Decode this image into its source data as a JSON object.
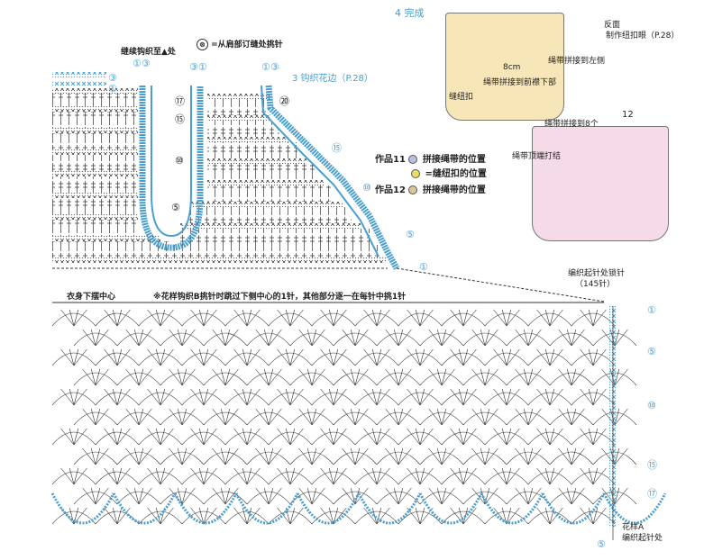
{
  "title_step4": "4 完成",
  "step3_label": "3 钩织花边（P.28）",
  "continue_label": "继续钩织至▲处",
  "legend_x": "=从肩部订缝处挑针",
  "body_center_label": "衣身下摆中心",
  "pattern_note": "※花样钩织B挑针时跳过下侧中心的1针，其他部分逐一在每针中挑1针",
  "start_label": "编织起针处锁针",
  "start_count": "（145针）",
  "legend": {
    "work11": "作品11",
    "work12": "作品12",
    "item_rope": "拼接绳带的位置",
    "item_button": "=缝纽扣的位置",
    "item_rope2": "拼接绳带的位置"
  },
  "finish": {
    "reverse": "反面",
    "make_buttonhole": "制作纽扣眼（P.28）",
    "rope_left": "绳带拼接到左侧",
    "size": "8cm",
    "rope_front": "绳带拼接到前襟下部",
    "sew_button": "缝纽扣",
    "rope_joined": "绳带拼接到8个",
    "piece_number": "12",
    "rope_tip": "绳带顶端打结"
  },
  "top_circles": [
    "①",
    "③",
    "③",
    "①",
    "①",
    "③"
  ],
  "row_markers_left": [
    "③",
    "①"
  ],
  "row_markers_mid": [
    "⑰",
    "⑮",
    "⑩",
    "⑤"
  ],
  "row_markers_right": [
    "⑳",
    "⑮",
    "⑩",
    "⑤",
    "①"
  ],
  "bottom_row_markers": [
    "①",
    "⑤",
    "⑩",
    "⑮",
    "⑰"
  ],
  "bottom_corner": {
    "a": "花样A",
    "b": "编织起针处",
    "num": "⑤"
  },
  "colors": {
    "chart": "#4a9fd0",
    "ink": "#222",
    "peach": "#f7e6b8",
    "pink": "#f5dbe8"
  }
}
